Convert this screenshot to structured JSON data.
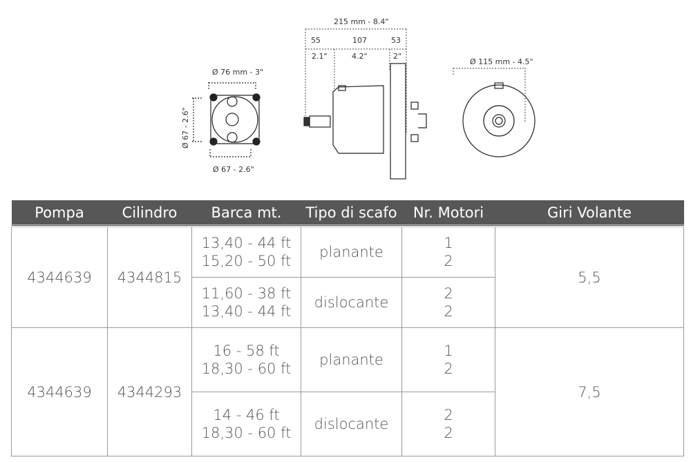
{
  "diagram": {
    "front_width": "Ø 76 mm - 3\"",
    "front_height": "Ø 67 - 2.6\"",
    "front_bottom": "Ø 67 - 2.6\"",
    "total_length": "215 mm - 8.4\"",
    "seg_mm": [
      "55",
      "107",
      "53"
    ],
    "seg_in": [
      "2.1\"",
      "4.2\"",
      "2\""
    ],
    "rear_diameter": "Ø 115 mm - 4.5\""
  },
  "table": {
    "headers": [
      "Pompa",
      "Cilindro",
      "Barca mt.",
      "Tipo di scafo",
      "Nr. Motori",
      "Giri Volante"
    ],
    "groups": [
      {
        "pompa": "4344639",
        "cilindro": "4344815",
        "giri": "5,5",
        "rows": [
          {
            "barca": [
              "13,40 - 44 ft",
              "15,20 - 50 ft"
            ],
            "tipo": "planante",
            "motori": [
              "1",
              "2"
            ]
          },
          {
            "barca": [
              "11,60 - 38 ft",
              "13,40 - 44 ft"
            ],
            "tipo": "dislocante",
            "motori": [
              "2",
              "2"
            ]
          }
        ]
      },
      {
        "pompa": "4344639",
        "cilindro": "4344293",
        "giri": "7,5",
        "rows": [
          {
            "barca": [
              "16 - 58 ft",
              "18,30 - 60 ft"
            ],
            "tipo": "planante",
            "motori": [
              "1",
              "2"
            ]
          },
          {
            "barca": [
              "14 - 46 ft",
              "18,30 - 60 ft"
            ],
            "tipo": "dislocante",
            "motori": [
              "2",
              "2"
            ]
          }
        ]
      }
    ]
  }
}
